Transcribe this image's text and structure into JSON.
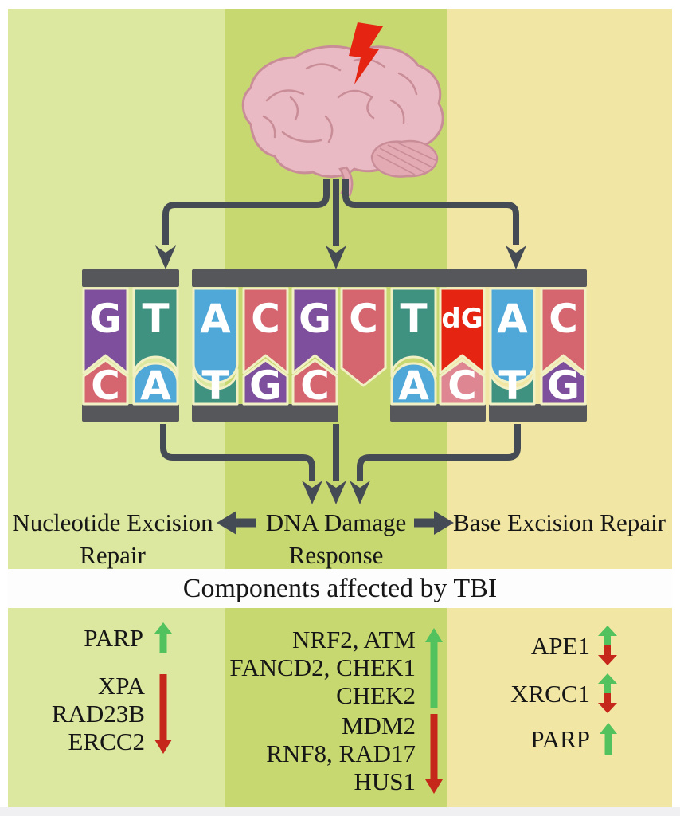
{
  "figure": {
    "banner": "Components affected by TBI",
    "pathway_labels": {
      "ner_line1": "Nucleotide Excision",
      "ner_line2": "Repair",
      "ddr_line1": "DNA Damage",
      "ddr_line2": "Response",
      "ber": "Base Excision Repair"
    }
  },
  "dna": {
    "top_strand": [
      "G",
      "T",
      "A",
      "C",
      "G",
      "C",
      "T",
      "dG",
      "A",
      "C"
    ],
    "bottom_strand": [
      "C",
      "A",
      "T",
      "G",
      "C",
      "",
      "A",
      "C",
      "T",
      "G"
    ],
    "damaged_base_label": "dG",
    "top_bar_segments": [
      [
        0,
        1
      ],
      [
        2,
        9
      ]
    ],
    "bottom_bar_segments": [
      [
        0,
        1
      ],
      [
        2,
        4
      ],
      [
        6,
        7
      ],
      [
        8,
        9
      ]
    ]
  },
  "genes": {
    "ner": [
      {
        "names": [
          "PARP"
        ],
        "direction": "up"
      },
      {
        "names": [
          "XPA",
          "RAD23B",
          "ERCC2"
        ],
        "direction": "down"
      }
    ],
    "ddr": [
      {
        "names": [
          "NRF2, ATM",
          "FANCD2, CHEK1",
          "CHEK2"
        ],
        "direction": "up"
      },
      {
        "names": [
          "MDM2",
          "RNF8, RAD17",
          "HUS1"
        ],
        "direction": "down"
      }
    ],
    "ber": [
      {
        "names": [
          "APE1"
        ],
        "direction": "up-down"
      },
      {
        "names": [
          "XRCC1"
        ],
        "direction": "up-down"
      },
      {
        "names": [
          "PARP"
        ],
        "direction": "up"
      }
    ]
  },
  "colors": {
    "band_left": "#dce8a0",
    "band_middle": "#c8d871",
    "band_right": "#f1e6a4",
    "banner_bg": "#fdfdfd",
    "footer_strip": "#f0f0f2",
    "connector": "#454b54",
    "bar": "#56575b",
    "seam": "#f1f0c4",
    "up_green": "#52c25f",
    "down_red": "#c5271a",
    "bolt_red": "#e52511",
    "brain_fill": "#e9bac3",
    "brain_shade": "#e3aab4",
    "brain_outline": "#c98d98",
    "base_A": "#4fa8d8",
    "base_T": "#3f9180",
    "base_G": "#7d4f9d",
    "base_C": "#d5666f",
    "base_dG": "#e52511",
    "base_C_pink": "#de8691",
    "text": "#161616",
    "letter": "#ffffff"
  }
}
